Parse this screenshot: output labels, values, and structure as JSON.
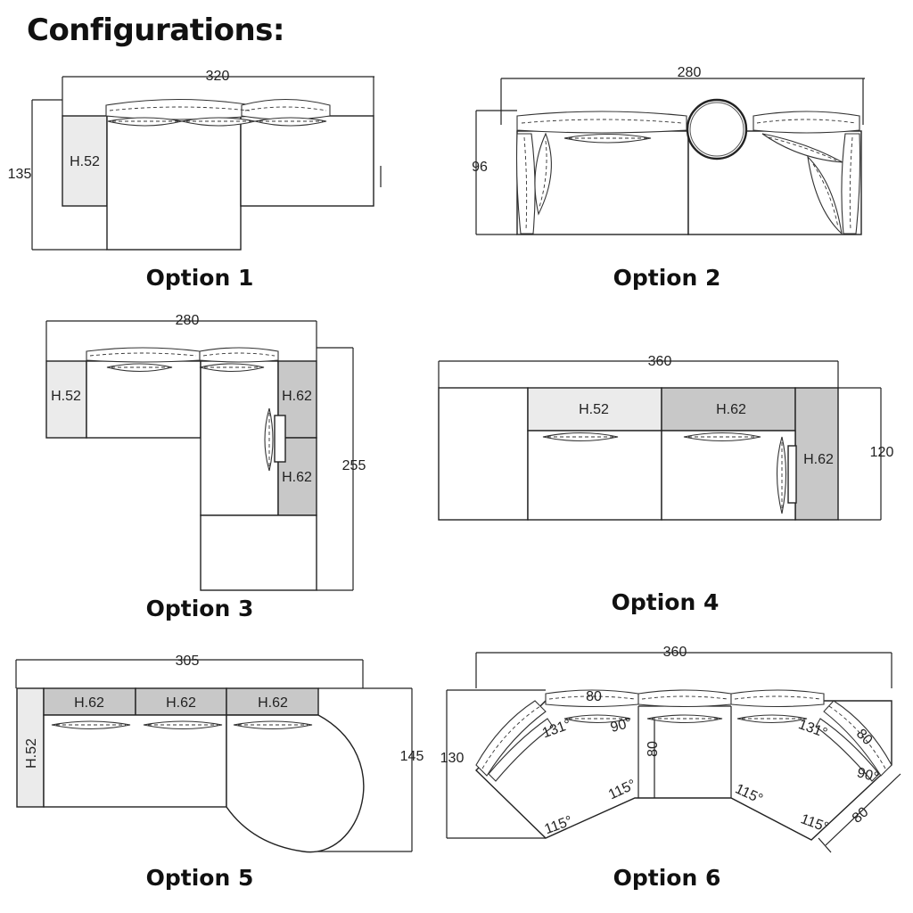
{
  "title": "Configurations:",
  "colors": {
    "light_module": "#ebebeb",
    "dark_module": "#c8c8c8",
    "line": "#222222"
  },
  "options": [
    {
      "caption": "Option 1",
      "width_label": "320",
      "depth_label": "135",
      "height_labels": [
        "H.52"
      ]
    },
    {
      "caption": "Option 2",
      "width_label": "280",
      "depth_label": "96",
      "height_labels": []
    },
    {
      "caption": "Option 3",
      "width_label": "280",
      "depth_label": "255",
      "height_labels": [
        "H.52",
        "H.62",
        "H.62"
      ]
    },
    {
      "caption": "Option 4",
      "width_label": "360",
      "depth_label": "120",
      "height_labels": [
        "H.52",
        "H.62",
        "H.62"
      ]
    },
    {
      "caption": "Option 5",
      "width_label": "305",
      "depth_label": "145",
      "height_labels": [
        "H.52",
        "H.62",
        "H.62",
        "H.62"
      ]
    },
    {
      "caption": "Option 6",
      "width_label": "360",
      "depth_label": "130",
      "annotations": [
        "80",
        "80",
        "80",
        "80",
        "131°",
        "131°",
        "90°",
        "90°",
        "115°",
        "115°",
        "115°",
        "115°"
      ]
    }
  ]
}
